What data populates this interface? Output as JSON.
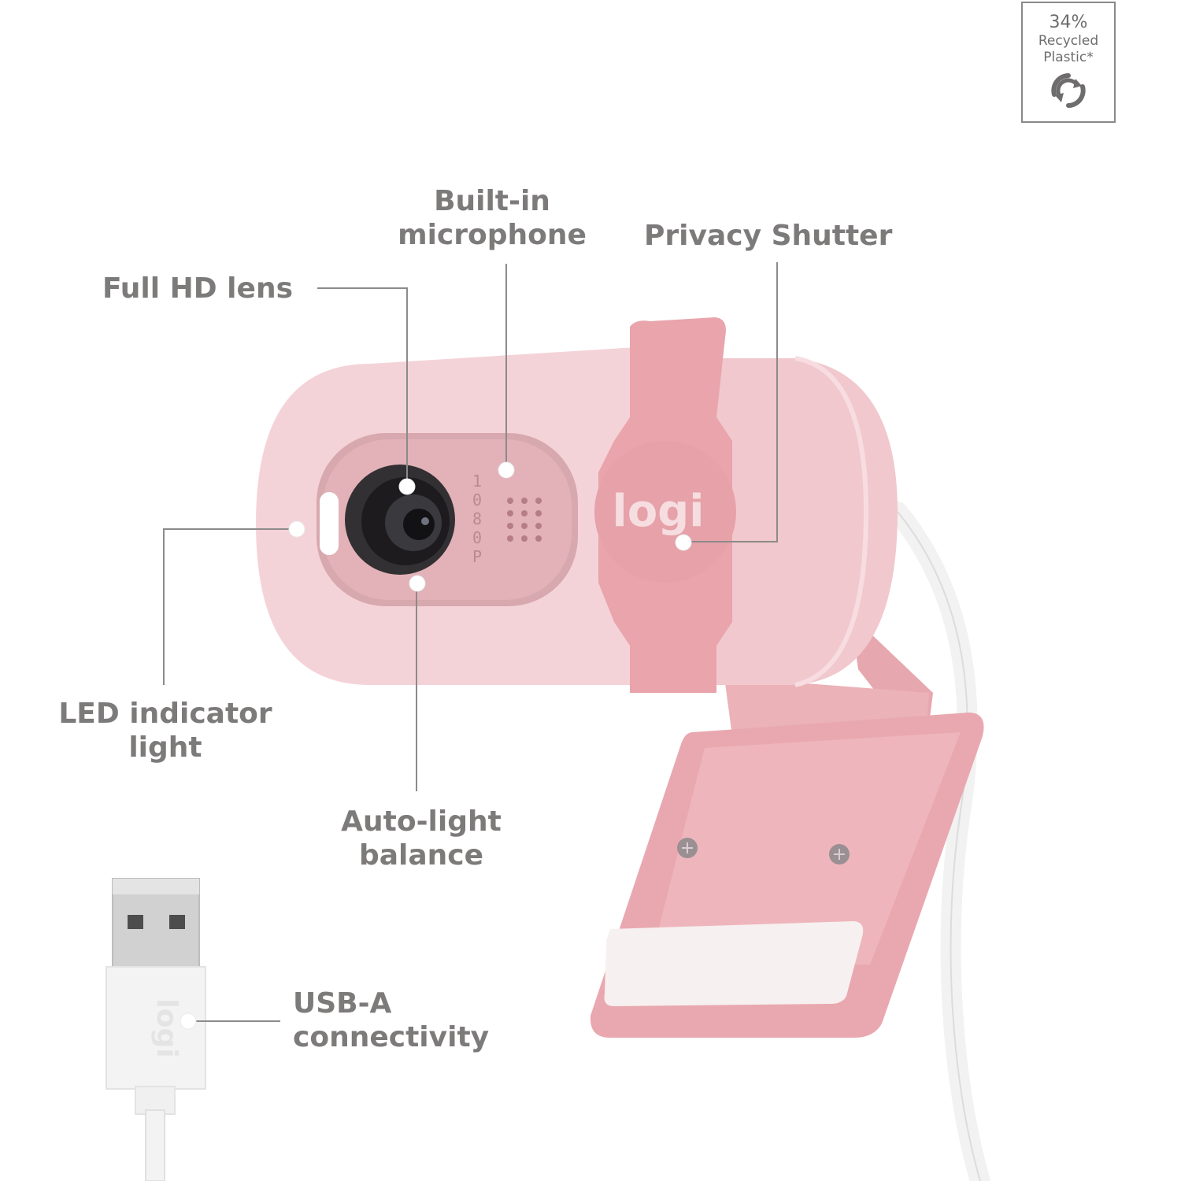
{
  "badge": {
    "percent": "34%",
    "line1": "Recycled",
    "line2": "Plastic*",
    "icon": "recycle-arrows-icon"
  },
  "labels": {
    "full_hd_lens": "Full HD lens",
    "mic_line1": "Built-in",
    "mic_line2": "microphone",
    "privacy_shutter": "Privacy Shutter",
    "led_line1": "LED indicator",
    "led_line2": "light",
    "auto_line1": "Auto-light",
    "auto_line2": "balance",
    "usb_line1": "USB-A",
    "usb_line2": "connectivity"
  },
  "product": {
    "brand_logo": "logi",
    "resolution_mark": "1080P",
    "usb_logo": "logi"
  },
  "colors": {
    "label_gray": "#7d7a7a",
    "body_pink": "#f4d3d8",
    "accent_pink": "#e8a5ad",
    "leader_gray": "#8d8a8a"
  }
}
